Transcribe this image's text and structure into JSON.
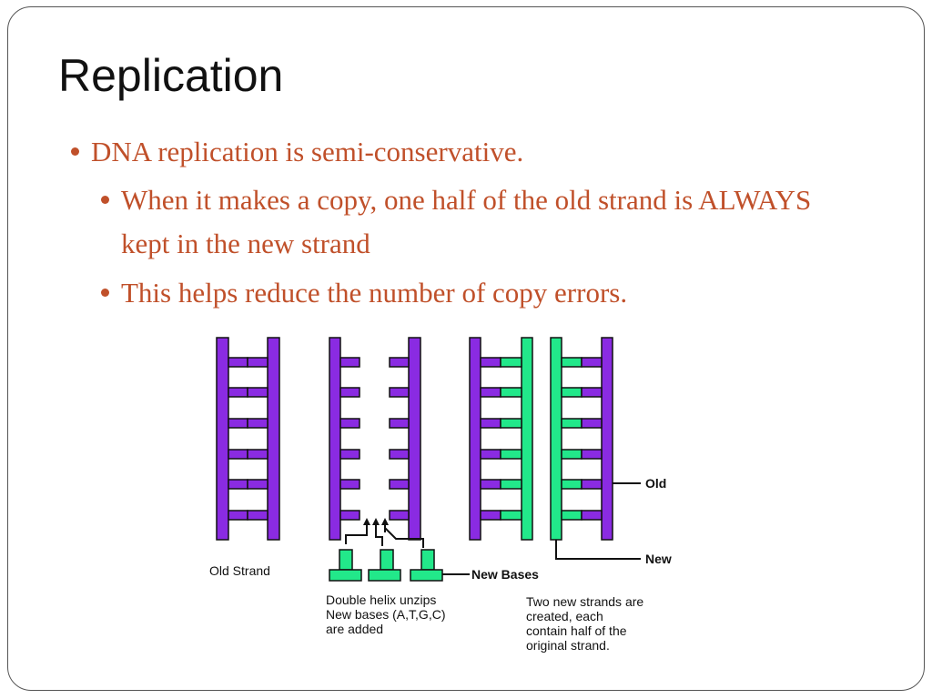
{
  "slide": {
    "title": "Replication",
    "bullets": [
      "DNA replication is semi-conservative.",
      "When it makes a copy, one half of the old strand is ALWAYS kept in the new strand",
      "This helps reduce the number of copy errors."
    ]
  },
  "diagram": {
    "labels": {
      "old_strand": "Old Strand",
      "new_bases": "New Bases",
      "old": "Old",
      "new": "New",
      "caption_unzip": [
        "Double helix unzips",
        "New bases (A,T,G,C)",
        "are added"
      ],
      "caption_result": [
        "Two new strands are",
        "created, each",
        "contain half of the",
        "original strand."
      ]
    },
    "colors": {
      "old": "#8a2be2",
      "new": "#22e88a",
      "outline": "#111111",
      "bullet_text": "#c0502a"
    }
  }
}
